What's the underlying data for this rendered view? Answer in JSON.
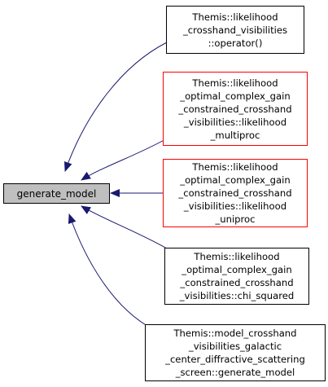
{
  "colors": {
    "edge": "#191970",
    "root_fill": "#bfbfbf",
    "border_default": "#000000",
    "border_red": "#ff0000"
  },
  "root": {
    "label": "generate_model"
  },
  "callers": [
    {
      "label": "Themis::likelihood\n_crosshand_visibilities\n::operator()",
      "border": "black"
    },
    {
      "label": "Themis::likelihood\n_optimal_complex_gain\n_constrained_crosshand\n_visibilities::likelihood\n_multiproc",
      "border": "red"
    },
    {
      "label": "Themis::likelihood\n_optimal_complex_gain\n_constrained_crosshand\n_visibilities::likelihood\n_uniproc",
      "border": "red"
    },
    {
      "label": "Themis::likelihood\n_optimal_complex_gain\n_constrained_crosshand\n_visibilities::chi_squared",
      "border": "black"
    },
    {
      "label": "Themis::model_crosshand\n_visibilities_galactic\n_center_diffractive_scattering\n_screen::generate_model",
      "border": "black"
    }
  ]
}
